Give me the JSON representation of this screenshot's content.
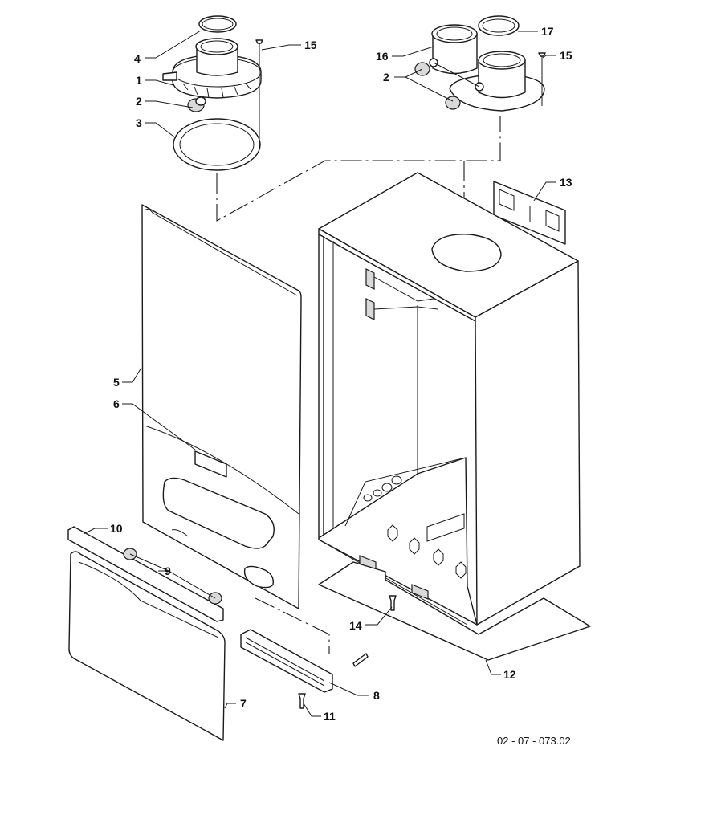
{
  "callouts": {
    "c1": "1",
    "c2a": "2",
    "c2b": "2",
    "c3": "3",
    "c4": "4",
    "c5": "5",
    "c6": "6",
    "c7": "7",
    "c8": "8",
    "c9": "9",
    "c10": "10",
    "c11": "11",
    "c12": "12",
    "c13": "13",
    "c14": "14",
    "c15a": "15",
    "c15b": "15",
    "c16": "16",
    "c17": "17"
  },
  "drawing_reference": "02 - 07 - 073.02"
}
